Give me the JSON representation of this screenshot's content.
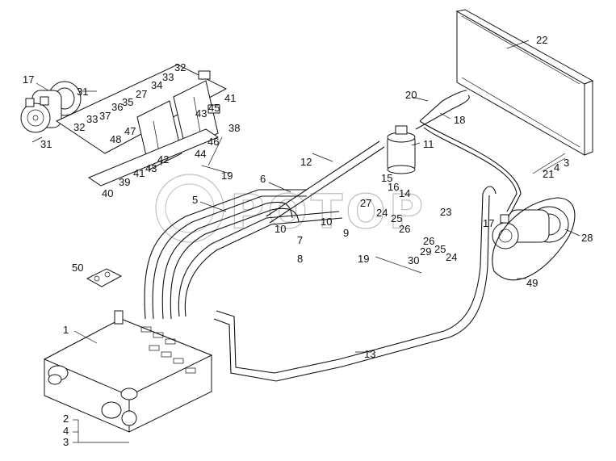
{
  "watermark": "РОТОР",
  "callouts": [
    {
      "id": "c1",
      "text": "1"
    },
    {
      "id": "c2",
      "text": "2"
    },
    {
      "id": "c3",
      "text": "4"
    },
    {
      "id": "c4",
      "text": "3"
    },
    {
      "id": "c5",
      "text": "5"
    },
    {
      "id": "c6",
      "text": "6"
    },
    {
      "id": "c7",
      "text": "7"
    },
    {
      "id": "c8",
      "text": "8"
    },
    {
      "id": "c9",
      "text": "9"
    },
    {
      "id": "c10",
      "text": "10"
    },
    {
      "id": "c11",
      "text": "10"
    },
    {
      "id": "c12",
      "text": "11"
    },
    {
      "id": "c13",
      "text": "12"
    },
    {
      "id": "c14",
      "text": "13"
    },
    {
      "id": "c15",
      "text": "14"
    },
    {
      "id": "c16",
      "text": "15"
    },
    {
      "id": "c17",
      "text": "16"
    },
    {
      "id": "c18",
      "text": "17"
    },
    {
      "id": "c19",
      "text": "17"
    },
    {
      "id": "c20",
      "text": "18"
    },
    {
      "id": "c21",
      "text": "19"
    },
    {
      "id": "c22",
      "text": "19"
    },
    {
      "id": "c23",
      "text": "20"
    },
    {
      "id": "c24",
      "text": "21"
    },
    {
      "id": "c25",
      "text": "4"
    },
    {
      "id": "c26",
      "text": "3"
    },
    {
      "id": "c27",
      "text": "22"
    },
    {
      "id": "c28",
      "text": "23"
    },
    {
      "id": "c29",
      "text": "24"
    },
    {
      "id": "c30",
      "text": "24"
    },
    {
      "id": "c31",
      "text": "25"
    },
    {
      "id": "c32",
      "text": "25"
    },
    {
      "id": "c33",
      "text": "26"
    },
    {
      "id": "c34",
      "text": "26"
    },
    {
      "id": "c35",
      "text": "27"
    },
    {
      "id": "c36",
      "text": "27"
    },
    {
      "id": "c37",
      "text": "28"
    },
    {
      "id": "c38",
      "text": "29"
    },
    {
      "id": "c39",
      "text": "30"
    },
    {
      "id": "c40",
      "text": "31"
    },
    {
      "id": "c41",
      "text": "31"
    },
    {
      "id": "c42",
      "text": "32"
    },
    {
      "id": "c43",
      "text": "32"
    },
    {
      "id": "c44",
      "text": "33"
    },
    {
      "id": "c45",
      "text": "33"
    },
    {
      "id": "c46",
      "text": "34"
    },
    {
      "id": "c47",
      "text": "35"
    },
    {
      "id": "c48",
      "text": "36"
    },
    {
      "id": "c49",
      "text": "37"
    },
    {
      "id": "c50",
      "text": "38"
    },
    {
      "id": "c51",
      "text": "39"
    },
    {
      "id": "c52",
      "text": "40"
    },
    {
      "id": "c53",
      "text": "41"
    },
    {
      "id": "c54",
      "text": "41"
    },
    {
      "id": "c55",
      "text": "42"
    },
    {
      "id": "c56",
      "text": "43"
    },
    {
      "id": "c57",
      "text": "43"
    },
    {
      "id": "c58",
      "text": "44"
    },
    {
      "id": "c59",
      "text": "45"
    },
    {
      "id": "c60",
      "text": "46"
    },
    {
      "id": "c61",
      "text": "47"
    },
    {
      "id": "c62",
      "text": "48"
    },
    {
      "id": "c63",
      "text": "49"
    },
    {
      "id": "c64",
      "text": "50"
    }
  ]
}
